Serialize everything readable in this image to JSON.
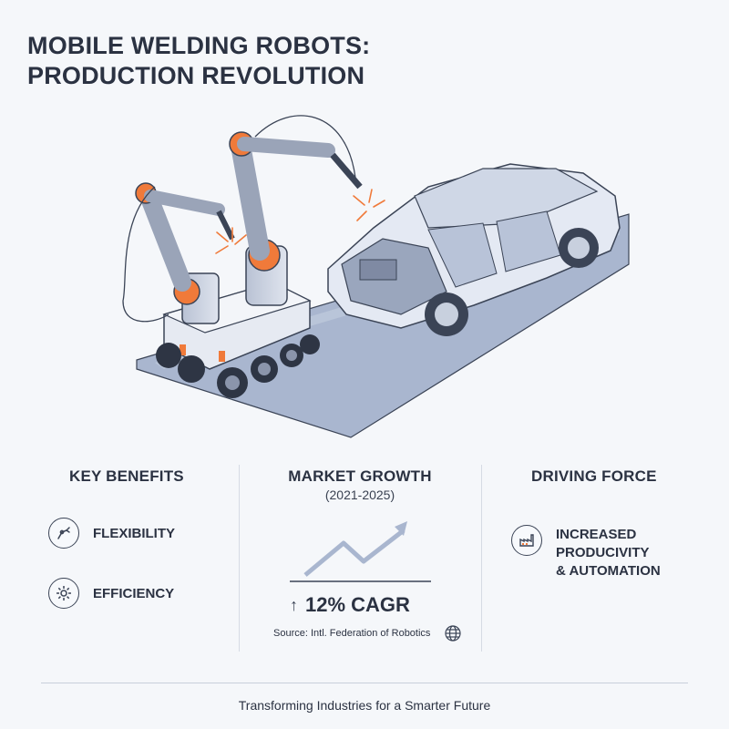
{
  "title": {
    "line1": "MOBILE WELDING ROBOTS:",
    "line2": "PRODUCTION REVOLUTION"
  },
  "benefits": {
    "heading": "KEY BENEFITS",
    "items": [
      {
        "label": "FLEXIBILITY",
        "icon": "robot-arm-icon"
      },
      {
        "label": "EFFICIENCY",
        "icon": "gear-icon"
      }
    ]
  },
  "market": {
    "heading": "MARKET GROWTH",
    "period": "(2021-2025)",
    "cagr": "12% CAGR",
    "source": "Source: Intl. Federation of Robotics",
    "icons": [
      "growth-chart-icon",
      "globe-icon"
    ]
  },
  "driver": {
    "heading": "DRIVING FORCE",
    "lines": [
      "INCREASED",
      "PRODUCIVITY",
      "& AUTOMATION"
    ],
    "icon": "factory-icon"
  },
  "footer": "Transforming Industries for a Smarter Future",
  "colors": {
    "text": "#2b3242",
    "accent": "#f07a3a",
    "steel": "#8b95ab",
    "floor": "#a9b6cf",
    "car": "#e4e9f3"
  }
}
